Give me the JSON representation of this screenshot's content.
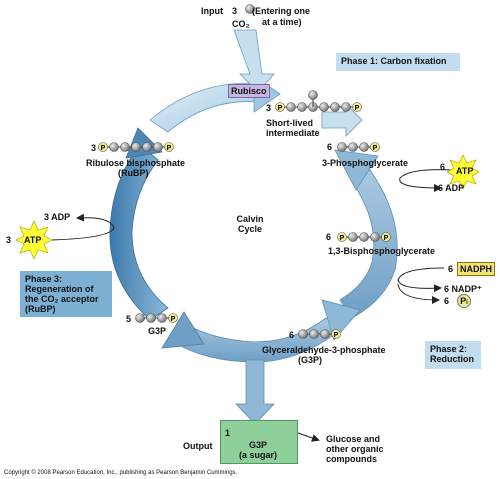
{
  "input": {
    "label": "Input",
    "count": "3",
    "note_line1": "(Entering one",
    "note_line2": "at a time)",
    "molecule": "CO₂"
  },
  "enzyme": "Rubisco",
  "intermediate": {
    "count": "3",
    "line1": "Short-lived",
    "line2": "intermediate"
  },
  "pga": {
    "count": "6",
    "label": "3-Phosphoglycerate"
  },
  "atp_phase2": {
    "count": "6",
    "atp": "ATP",
    "adp": "6 ADP"
  },
  "bpg": {
    "count": "6",
    "label": "1,3-Bisphosphoglycerate"
  },
  "nadph": {
    "count": "6",
    "nadph": "NADPH",
    "nadp": "6 NADP⁺",
    "pi_count": "6",
    "pi": "P",
    "pi_sub": "i"
  },
  "g3p_phase2": {
    "count": "6",
    "line1": "Glyceraldehyde-3-phosphate",
    "line2": "(G3P)"
  },
  "output": {
    "label": "Output",
    "count": "1",
    "line1": "G3P",
    "line2": "(a sugar)",
    "product_line1": "Glucose and",
    "product_line2": "other organic",
    "product_line3": "compounds"
  },
  "g3p_recycle": {
    "count": "5",
    "label": "G3P"
  },
  "atp_phase3": {
    "count": "3",
    "atp": "ATP",
    "adp": "3 ADP"
  },
  "rubp": {
    "count": "3",
    "line1": "Ribulose bisphosphate",
    "line2": "(RuBP)"
  },
  "cycle": {
    "line1": "Calvin",
    "line2": "Cycle"
  },
  "phases": {
    "phase1": "Phase 1: Carbon fixation",
    "phase2_line1": "Phase 2:",
    "phase2_line2": "Reduction",
    "phase3_line1": "Phase 3:",
    "phase3_line2": "Regeneration of",
    "phase3_line3": "the CO₂ acceptor",
    "phase3_line4": "(RuBP)"
  },
  "phosphate_letter": "P",
  "copyright": "Copyright © 2008 Pearson Education, Inc., publishing as Pearson Benjamin Cummings.",
  "colors": {
    "arrow_light": "#c8dff0",
    "arrow_mid": "#8fb8d6",
    "arrow_dark": "#4f87b4",
    "phase_box": "#c2ddf0",
    "phase_box_dark": "#7db1d3",
    "output_box": "#8fcf9c",
    "carbon": "#9a9a9a",
    "phosphate": "#f2e98a",
    "atp_star": "#ffff33",
    "nadph_box": "#f6e27a"
  }
}
